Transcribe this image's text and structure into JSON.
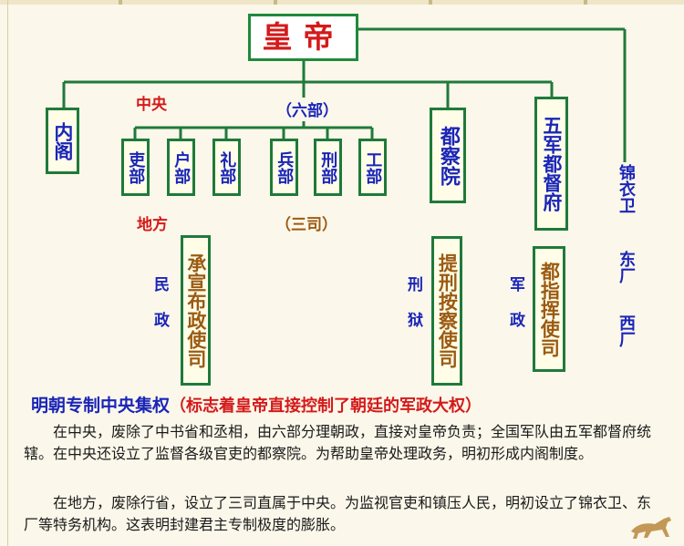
{
  "emperor": "皇帝",
  "central_label": "中央",
  "local_label": "地方",
  "six_ministries_label": "（六部）",
  "three_offices_label": "（三司）",
  "grand_secretariat": "内阁",
  "ministries": [
    "吏部",
    "户部",
    "礼部",
    "兵部",
    "刑部",
    "工部"
  ],
  "censorate": "都察院",
  "military_commission": "五军都督府",
  "guards": "锦衣卫",
  "east_depot": "东厂",
  "west_depot": "西厂",
  "provincial_admin": "承宣布政使司",
  "provincial_surveillance": "提刑按察使司",
  "regional_military": "都指挥使司",
  "civil_label": "民政",
  "judicial_label": "刑狱",
  "military_label": "军政",
  "title_main": "明朝专制中央集权",
  "title_note": "（标志着皇帝直接控制了朝廷的军政大权）",
  "paragraphs": [
    "在中央，废除了中书省和丞相，由六部分理朝政，直接对皇帝负责；全国军队由五军都督府统辖。在中央还设立了监督各级官吏的都察院。为帮助皇帝处理政务，明初形成内阁制度。",
    "在地方，废除行省，设立了三司直属于中央。为监视官吏和镇压人民，明初设立了锦衣卫、东厂等特务机构。这表明封建君主专制极度的膨胀。"
  ],
  "colors": {
    "line": "#1f7a3a",
    "emperor_text": "#d41a1a",
    "ministry_text": "#1a25b8",
    "local_text": "#9b5a12",
    "title_red": "#d41a1a",
    "title_blue": "#1a25b8"
  }
}
